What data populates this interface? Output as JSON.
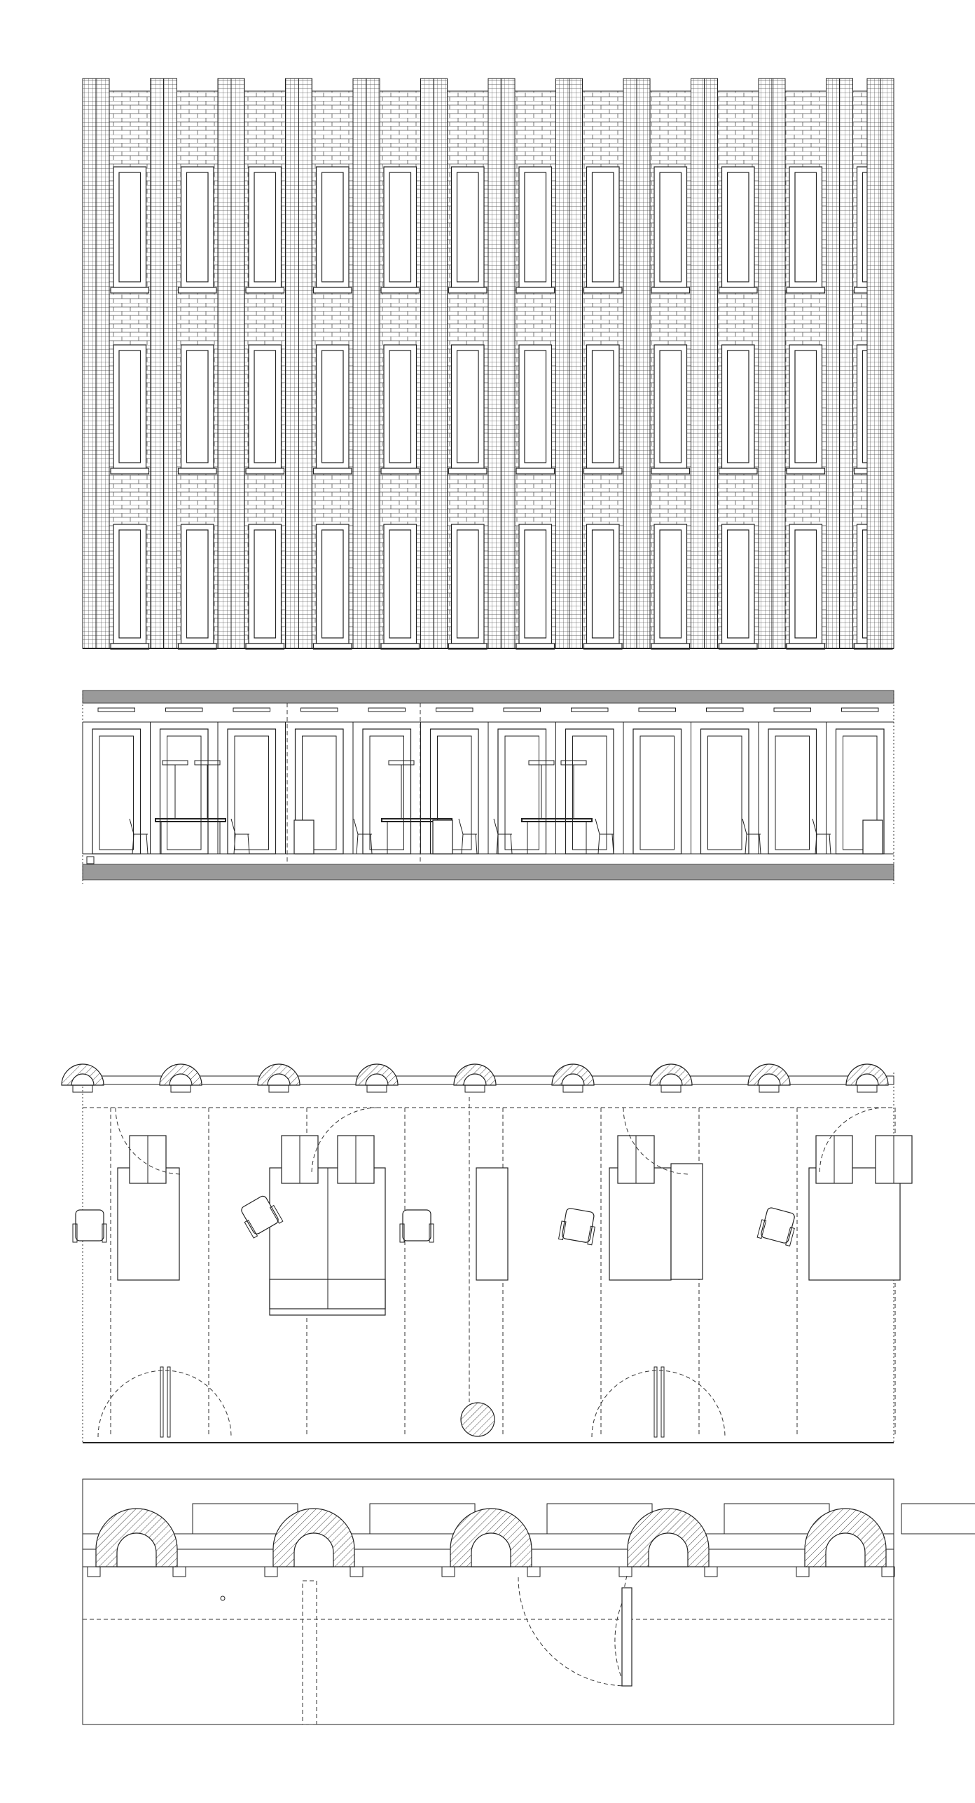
{
  "drawing": {
    "sheets": [
      {
        "id": "facade-elevation",
        "kind": "elevation",
        "bays": 12,
        "storeys": 3
      },
      {
        "id": "interior-section",
        "kind": "section",
        "bays": 12
      },
      {
        "id": "floor-plan",
        "kind": "plan",
        "columns": 9
      },
      {
        "id": "plan-detail",
        "kind": "detail-plan",
        "columns": 5
      }
    ],
    "colors": {
      "line": "#222222",
      "fill_grey": "#9a9a9a",
      "background": "#ffffff"
    }
  }
}
